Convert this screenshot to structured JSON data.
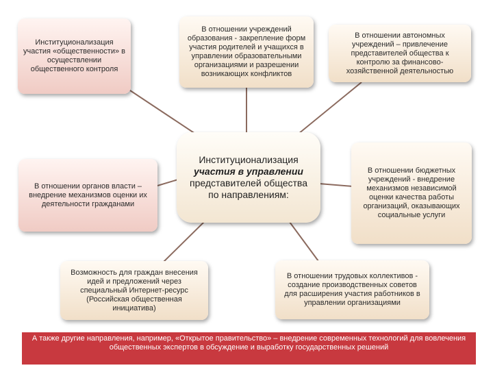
{
  "diagram": {
    "center": {
      "line1": "Институционализация",
      "emph": "участия в управлении",
      "line2": "представителей общества по направлениям:"
    },
    "nodes": [
      {
        "id": "public",
        "text": "Институционализация участия «общественности» в осуществлении общественного контроля"
      },
      {
        "id": "education",
        "text": "В отношении учреждений образования - закрепление форм участия родителей и учащихся в управлении образовательными организациями и разрешении возникающих конфликтов"
      },
      {
        "id": "autonomous",
        "text": "В отношении автономных учреждений – привлечение представителей общества к контролю за финансово-хозяйственной деятельностью"
      },
      {
        "id": "authorities",
        "text": "В отношении органов власти – внедрение механизмов оценки их деятельности гражданами"
      },
      {
        "id": "budget",
        "text": "В отношении бюджетных учреждений - внедрение механизмов независимой оценки качества работы организаций, оказывающих социальные услуги"
      },
      {
        "id": "initiative",
        "text": "Возможность для граждан внесения идей и предложений через специальный Интернет-ресурс (Российская общественная инициатива)"
      },
      {
        "id": "labor",
        "text": "В отношении трудовых коллективов - создание производственных советов для расширения участия работников в управлении организациями"
      }
    ],
    "footer": "А также другие направления, например, «Открытое правительство» – внедрение современных технологий для вовлечения общественных экспертов в обсуждение и выработку государственных решений"
  },
  "colors": {
    "connector": "#8b6a5e",
    "footer_bg": "#c8393f"
  }
}
